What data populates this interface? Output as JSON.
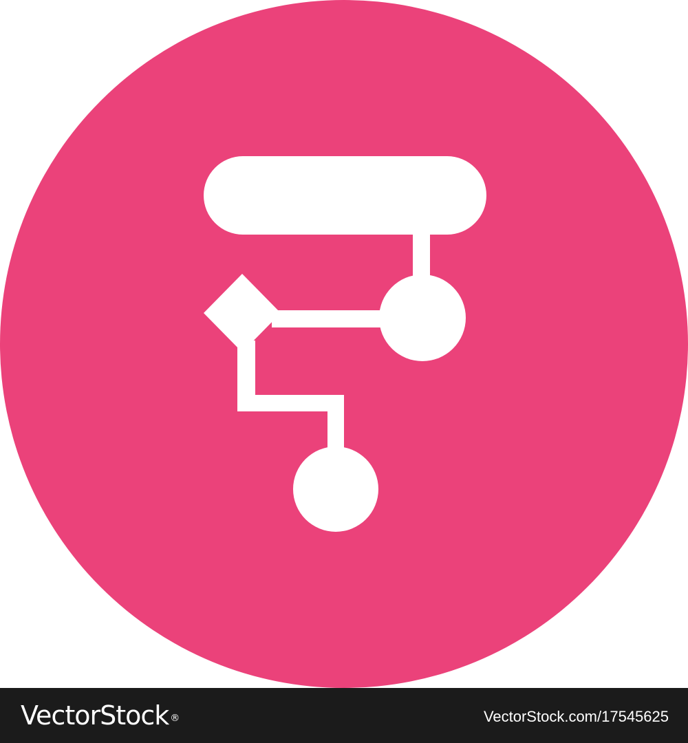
{
  "icon": {
    "name": "flowchart-icon",
    "background_shape": "circle",
    "background_color": "#EB427A",
    "glyph_color": "#FFFFFF"
  },
  "footer": {
    "background_color": "#1B1B1B",
    "text_color": "#FFFFFF",
    "brand_text": "VectorStock",
    "registered_mark": "®",
    "image_id": "VectorStock.com/17545625"
  }
}
